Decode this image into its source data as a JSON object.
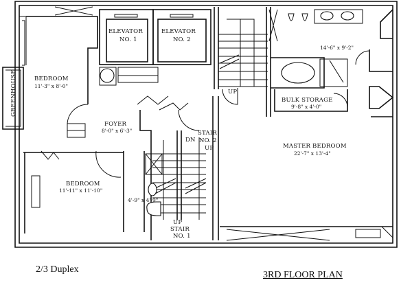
{
  "document": {
    "subtitle": "2/3 Duplex",
    "title": "3RD FLOOR PLAN"
  },
  "rooms": {
    "bedroom_small": {
      "name": "BEDROOM",
      "dims": "11'-3\" x 8'-0\""
    },
    "greenhouse": {
      "name": "GREENHOUSE"
    },
    "elevator1": {
      "name": "ELEVATOR",
      "num": "NO. 1"
    },
    "elevator2": {
      "name": "ELEVATOR",
      "num": "NO. 2"
    },
    "foyer": {
      "name": "FOYER",
      "dims": "8'-0\" x 6'-3\""
    },
    "bedroom_large": {
      "name": "BEDROOM",
      "dims": "11'-11\" x 11'-10\""
    },
    "bath_small": {
      "dims": "4'-9\" x 4'-9\""
    },
    "master_bath": {
      "dims": "14'-6\" x 9'-2\""
    },
    "bulk_storage": {
      "name": "BULK STORAGE",
      "dims": "9'-8\" x 4'-0\""
    },
    "master_bedroom": {
      "name": "MASTER BEDROOM",
      "dims": "22'-7\" x 13'-4\""
    }
  },
  "stairs": {
    "upper": {
      "label": "UP"
    },
    "stair2": {
      "name": "STAIR",
      "num": "NO. 2",
      "dir": "UP",
      "dn": "DN"
    },
    "stair1": {
      "dir": "UP",
      "name": "STAIR",
      "num": "NO. 1"
    }
  },
  "colors": {
    "ink": "#111111",
    "paper": "#ffffff"
  }
}
